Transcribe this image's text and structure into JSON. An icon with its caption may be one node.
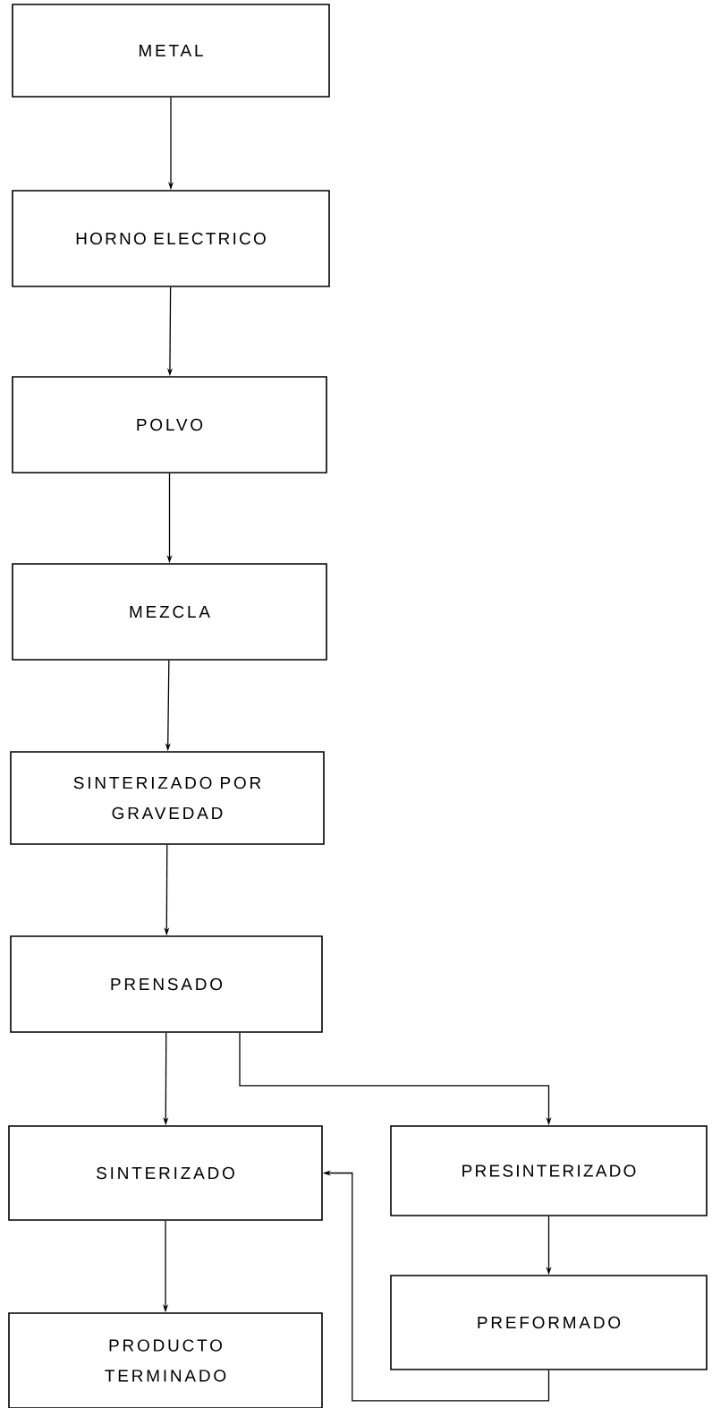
{
  "diagram": {
    "nodes": [
      {
        "text": [
          "METAL"
        ]
      },
      {
        "text": [
          "HORNO ELECTRICO"
        ]
      },
      {
        "text": [
          "POLVO"
        ]
      },
      {
        "text": [
          "MEZCLA"
        ]
      },
      {
        "text": [
          "SINTERIZADO POR GRAVEDAD"
        ]
      },
      {
        "text": [
          "PRENSADO"
        ]
      },
      {
        "text": [
          "SINTERIZADO"
        ]
      },
      {
        "text": [
          "PRESINTERIZADO"
        ]
      },
      {
        "text": [
          "PREFORMADO"
        ]
      },
      {
        "text": [
          "PRODUCTO TERMINADO"
        ]
      }
    ],
    "edges": [
      {
        "from": 0,
        "to": 1,
        "arrow": "to"
      },
      {
        "from": 1,
        "to": 2,
        "arrow": "to"
      },
      {
        "from": 2,
        "to": 3,
        "arrow": "to"
      },
      {
        "from": 3,
        "to": 4,
        "arrow": "to"
      },
      {
        "from": 4,
        "to": 5,
        "arrow": "to"
      },
      {
        "from": 5,
        "to": 6,
        "arrow": "to"
      },
      {
        "from": 5,
        "to": 7,
        "arrow": "to"
      },
      {
        "from": 7,
        "to": 8,
        "arrow": "to"
      },
      {
        "from": 6,
        "to": 9,
        "arrow": "to"
      },
      {
        "from": 8,
        "to": 6,
        "arrow": "to"
      }
    ]
  }
}
